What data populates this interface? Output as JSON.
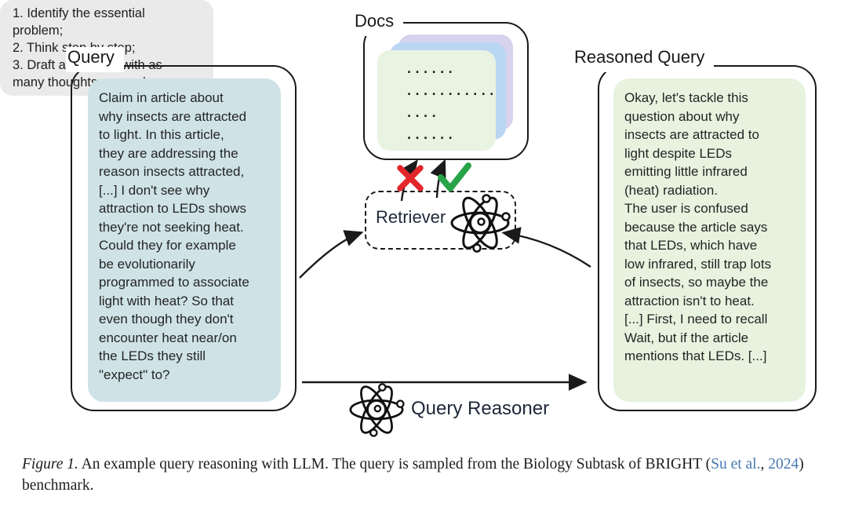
{
  "boxes": {
    "query": {
      "label": "Query",
      "text": "Claim in article about\nwhy insects are attracted\nto light. In this article,\nthey are addressing the\nreason insects attracted,\n[...] I don't see why\nattraction to LEDs shows\nthey're not seeking heat.\nCould they for example\nbe evolutionarily\nprogrammed to associate\nlight with heat? So that\neven though they don't\nencounter heat near/on\nthe LEDs they still\n\"expect\" to?"
    },
    "docs": {
      "label": "Docs",
      "dots": [
        "......",
        "...........",
        "....",
        "......"
      ]
    },
    "retriever": {
      "label": "Retriever"
    },
    "instructions": {
      "text": "1. Identify the essential\nproblem;\n2. Think step by step;\n3. Draft an answer with as\nmany thoughts as you have."
    },
    "reasoned_query": {
      "label": "Reasoned Query",
      "text": "Okay, let's tackle this\nquestion about why\ninsects are attracted to\nlight despite LEDs\nemitting little infrared\n(heat) radiation.\nThe user is confused\nbecause the article says\nthat LEDs, which have\nlow infrared, still trap lots\nof insects, so maybe the\nattraction isn't to heat.\n[...] First, I need to recall\nWait, but if the article\nmentions that LEDs. [...]"
    },
    "reasoner_label": "Query Reasoner"
  },
  "caption": {
    "figure_label": "Figure 1.",
    "text_before_link": " An example query reasoning with LLM. The query is sampled from the Biology Subtask of BRIGHT (",
    "link_author": "Su et al.",
    "link_separator": ", ",
    "link_year": "2024",
    "text_after_link": ")",
    "line2": "benchmark."
  },
  "colors": {
    "query_bubble": "#cfe3e7",
    "reasoned_bubble": "#e7f2df",
    "doc_front": "#e9f3e2",
    "doc_mid": "#b9d6f2",
    "doc_back": "#d7d3ee",
    "instruction_bubble": "#eaeaea",
    "cross": "#e3262a",
    "check": "#27a348",
    "link": "#4878b0"
  }
}
